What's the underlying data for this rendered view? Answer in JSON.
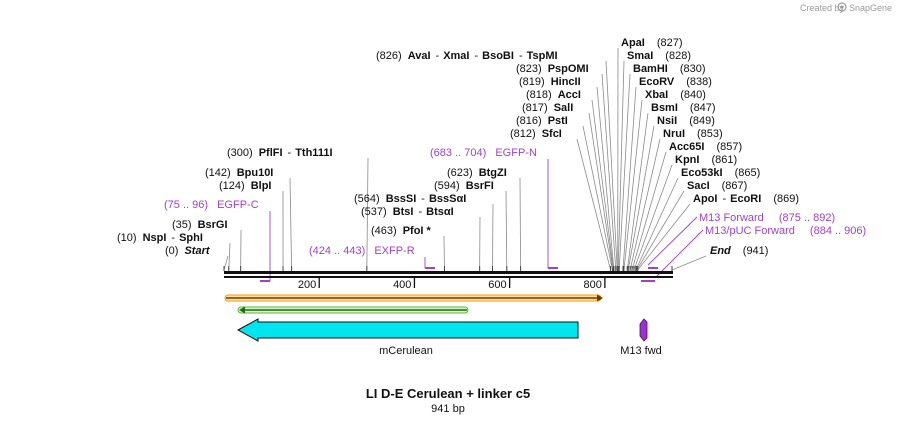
{
  "watermark": {
    "prefix": "Created by",
    "brand": "SnapGene"
  },
  "map": {
    "title": "LI D-E Cerulean + linker c5",
    "length_label": "941 bp",
    "total_bp": 941,
    "ticks": [
      200,
      400,
      600,
      800
    ]
  },
  "sites": [
    {
      "pos": 0,
      "num": "(0)",
      "names": [
        "Start"
      ],
      "italic": true
    },
    {
      "pos": 10,
      "num": "(10)",
      "names": [
        "NspI",
        "SphI"
      ]
    },
    {
      "pos": 35,
      "num": "(35)",
      "names": [
        "BsrGI"
      ]
    },
    {
      "pos": 124,
      "num": "(124)",
      "names": [
        "BlpI"
      ]
    },
    {
      "pos": 142,
      "num": "(142)",
      "names": [
        "Bpu10I"
      ]
    },
    {
      "pos": 300,
      "num": "(300)",
      "names": [
        "PflFI",
        "Tth111I"
      ]
    },
    {
      "pos": 463,
      "num": "(463)",
      "names": [
        "PfoI *"
      ]
    },
    {
      "pos": 537,
      "num": "(537)",
      "names": [
        "BtsI",
        "BtsαI"
      ]
    },
    {
      "pos": 564,
      "num": "(564)",
      "names": [
        "BssSI",
        "BssSαI"
      ]
    },
    {
      "pos": 594,
      "num": "(594)",
      "names": [
        "BsrFI"
      ]
    },
    {
      "pos": 623,
      "num": "(623)",
      "names": [
        "BtgZI"
      ]
    },
    {
      "pos": 812,
      "num": "(812)",
      "names": [
        "SfcI"
      ]
    },
    {
      "pos": 816,
      "num": "(816)",
      "names": [
        "PstI"
      ]
    },
    {
      "pos": 817,
      "num": "(817)",
      "names": [
        "SalI"
      ]
    },
    {
      "pos": 818,
      "num": "(818)",
      "names": [
        "AccI"
      ]
    },
    {
      "pos": 819,
      "num": "(819)",
      "names": [
        "HincII"
      ]
    },
    {
      "pos": 823,
      "num": "(823)",
      "names": [
        "PspOMI"
      ]
    },
    {
      "pos": 826,
      "num": "(826)",
      "names": [
        "AvaI",
        "XmaI",
        "BsoBI",
        "TspMI"
      ]
    },
    {
      "pos": 827,
      "num": "(827)",
      "names": [
        "ApaI"
      ],
      "right": true
    },
    {
      "pos": 828,
      "num": "(828)",
      "names": [
        "SmaI"
      ],
      "right": true
    },
    {
      "pos": 830,
      "num": "(830)",
      "names": [
        "BamHI"
      ],
      "right": true
    },
    {
      "pos": 838,
      "num": "(838)",
      "names": [
        "EcoRV"
      ],
      "right": true
    },
    {
      "pos": 840,
      "num": "(840)",
      "names": [
        "XbaI"
      ],
      "right": true
    },
    {
      "pos": 847,
      "num": "(847)",
      "names": [
        "BsmI"
      ],
      "right": true
    },
    {
      "pos": 849,
      "num": "(849)",
      "names": [
        "NsiI"
      ],
      "right": true
    },
    {
      "pos": 853,
      "num": "(853)",
      "names": [
        "NruI"
      ],
      "right": true
    },
    {
      "pos": 857,
      "num": "(857)",
      "names": [
        "Acc65I"
      ],
      "right": true
    },
    {
      "pos": 861,
      "num": "(861)",
      "names": [
        "KpnI"
      ],
      "right": true
    },
    {
      "pos": 865,
      "num": "(865)",
      "names": [
        "Eco53kI"
      ],
      "right": true
    },
    {
      "pos": 867,
      "num": "(867)",
      "names": [
        "SacI"
      ],
      "right": true
    },
    {
      "pos": 869,
      "num": "(869)",
      "names": [
        "ApoI",
        "EcoRI"
      ],
      "right": true
    },
    {
      "pos": 941,
      "num": "(941)",
      "names": [
        "End"
      ],
      "italic": true,
      "right": true
    }
  ],
  "primers": [
    {
      "range": "(75 .. 96)",
      "name": "EGFP-C"
    },
    {
      "range": "(424 .. 443)",
      "name": "EXFP-R"
    },
    {
      "range": "(683 .. 704)",
      "name": "EGFP-N"
    },
    {
      "name": "M13 Forward",
      "range": "(875 .. 892)"
    },
    {
      "name": "M13/pUC Forward",
      "range": "(884 .. 906)"
    }
  ],
  "features": [
    {
      "name": "mCerulean",
      "color": "#00e5ee"
    },
    {
      "name": "M13 fwd",
      "color": "#9933cc"
    }
  ],
  "colors": {
    "primer": "#a040d0",
    "orf_orange": "#ff9900",
    "orf_green": "#55bb33",
    "feature_cyan": "#00e5ee",
    "m13_purple": "#9933cc"
  }
}
